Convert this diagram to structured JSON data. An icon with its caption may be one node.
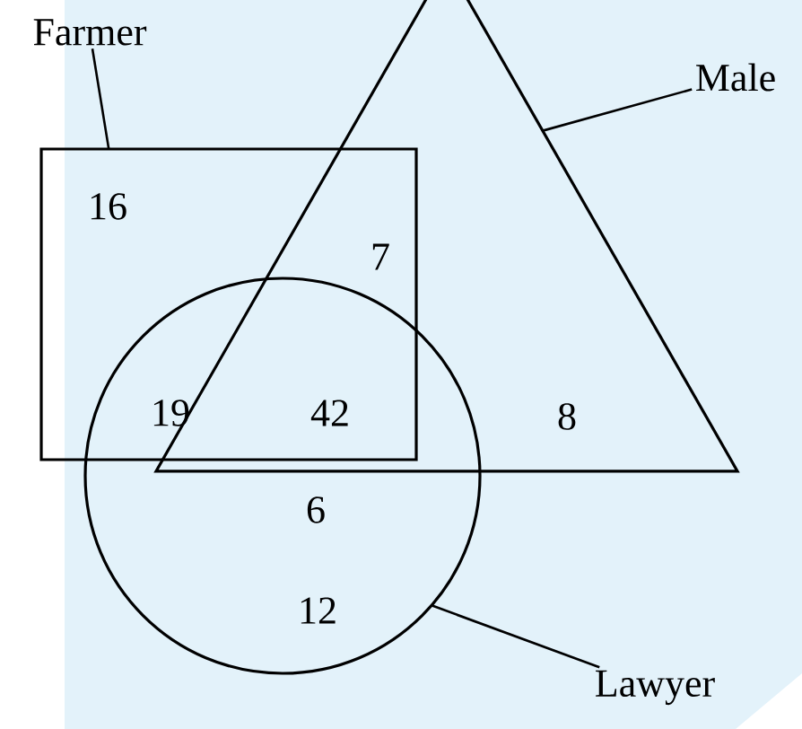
{
  "diagram": {
    "nodes": [
      {
        "text": [
          "Farmer"
        ]
      },
      {
        "text": [],
        "shape": "box"
      },
      {
        "text": [
          "Male"
        ]
      },
      {
        "text": [],
        "shape": "triangle"
      },
      {
        "text": [
          "Lawyer"
        ]
      },
      {
        "text": [],
        "shape": "circle"
      }
    ],
    "edges": [
      {
        "from": 0,
        "to": 1,
        "arrow": "none"
      },
      {
        "from": 2,
        "to": 3,
        "arrow": "none"
      },
      {
        "from": 4,
        "to": 5,
        "arrow": "none"
      }
    ],
    "labels": [
      "16",
      "7",
      "19",
      "42",
      "8",
      "6",
      "12"
    ]
  }
}
